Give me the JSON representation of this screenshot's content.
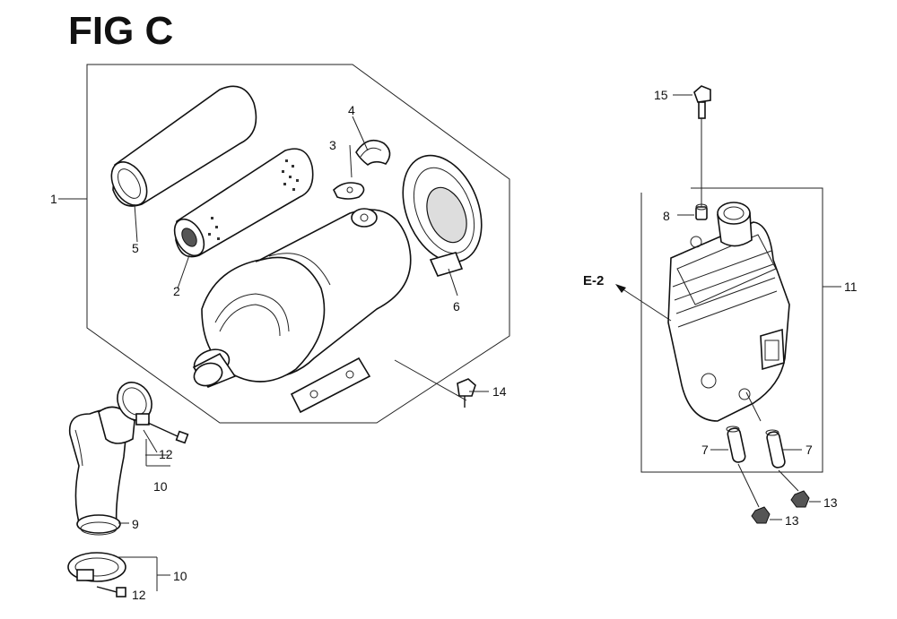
{
  "figure": {
    "title": "FIG C"
  },
  "callouts": {
    "p1": "1",
    "p2": "2",
    "p3": "3",
    "p4": "4",
    "p5": "5",
    "p6": "6",
    "p7a": "7",
    "p7b": "7",
    "p8": "8",
    "p9": "9",
    "p10a": "10",
    "p10b": "10",
    "p11": "11",
    "p12a": "12",
    "p12b": "12",
    "p13a": "13",
    "p13b": "13",
    "p14": "14",
    "p15": "15"
  },
  "reference": {
    "label": "E-2"
  }
}
